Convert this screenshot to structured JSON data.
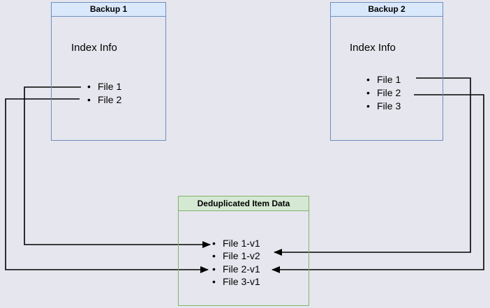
{
  "diagram": {
    "background_color": "#e6e6ee",
    "line_color": "#000000",
    "bullet": "•",
    "boxes": {
      "backup1": {
        "title": "Backup 1",
        "subtitle": "Index Info",
        "items": [
          "File 1",
          "File 2"
        ],
        "border_color": "#6c8ebf",
        "header_fill": "#dae8fc"
      },
      "backup2": {
        "title": "Backup 2",
        "subtitle": "Index Info",
        "items": [
          "File 1",
          "File 2",
          "File 3"
        ],
        "border_color": "#6c8ebf",
        "header_fill": "#dae8fc"
      },
      "dedup": {
        "title": "Deduplicated Item Data",
        "items": [
          "File 1-v1",
          "File 1-v2",
          "File 2-v1",
          "File 3-v1"
        ],
        "border_color": "#82b366",
        "header_fill": "#d5e8d4"
      }
    },
    "connections": [
      {
        "from": "Backup 1 / File 1",
        "to": "Deduplicated Item Data / File 1-v1"
      },
      {
        "from": "Backup 1 / File 2",
        "to": "Deduplicated Item Data / File 2-v1"
      },
      {
        "from": "Backup 2 / File 1",
        "to": "Deduplicated Item Data / File 1-v2"
      },
      {
        "from": "Backup 2 / File 2",
        "to": "Deduplicated Item Data / File 2-v1"
      }
    ]
  }
}
